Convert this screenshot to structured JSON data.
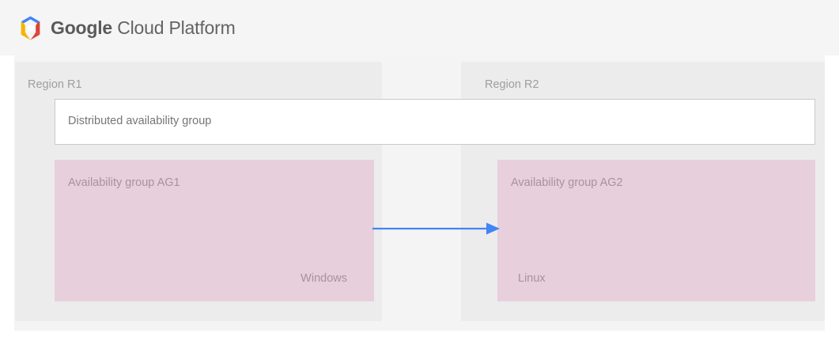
{
  "header": {
    "logo_icon": "google-cloud-platform-hexagon-logo",
    "brand_bold": "Google",
    "brand_light": " Cloud Platform",
    "colors": {
      "logo_blue": "#4285f4",
      "logo_red": "#db4437",
      "logo_yellow": "#f4b400",
      "logo_center": "#f1f1f1",
      "brand_text": "#5f6368",
      "background": "#f5f5f5"
    }
  },
  "diagram": {
    "regions": [
      {
        "id": "r1",
        "label": "Region R1"
      },
      {
        "id": "r2",
        "label": "Region R2"
      }
    ],
    "distributed_group": {
      "label": "Distributed availability group",
      "background": "#ffffff",
      "border_color": "#c9c9c9"
    },
    "availability_groups": [
      {
        "id": "ag1",
        "title": "Availability group AG1",
        "os": "Windows",
        "background": "#e8cfdc"
      },
      {
        "id": "ag2",
        "title": "Availability group AG2",
        "os": "Linux",
        "background": "#e8cfdc"
      }
    ],
    "connector": {
      "name": "replication-arrow",
      "direction": "left-to-right",
      "color": "#4285f4"
    },
    "colors": {
      "canvas": "#f4f4f4",
      "region_panel": "#ececec",
      "label_text": "#9e9e9e",
      "pink_label_text": "#a6939c"
    }
  }
}
